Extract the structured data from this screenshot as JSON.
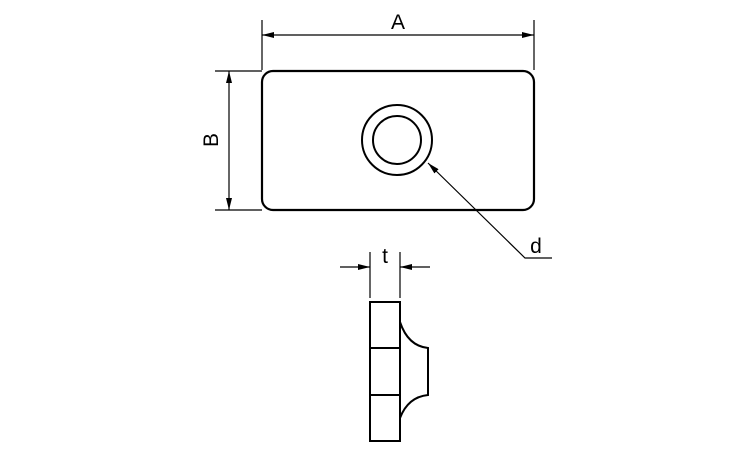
{
  "drawing": {
    "labels": {
      "width": "A",
      "height": "B",
      "hole_diameter": "d",
      "thickness": "t"
    },
    "colors": {
      "line": "#000000",
      "background": "#ffffff"
    }
  }
}
